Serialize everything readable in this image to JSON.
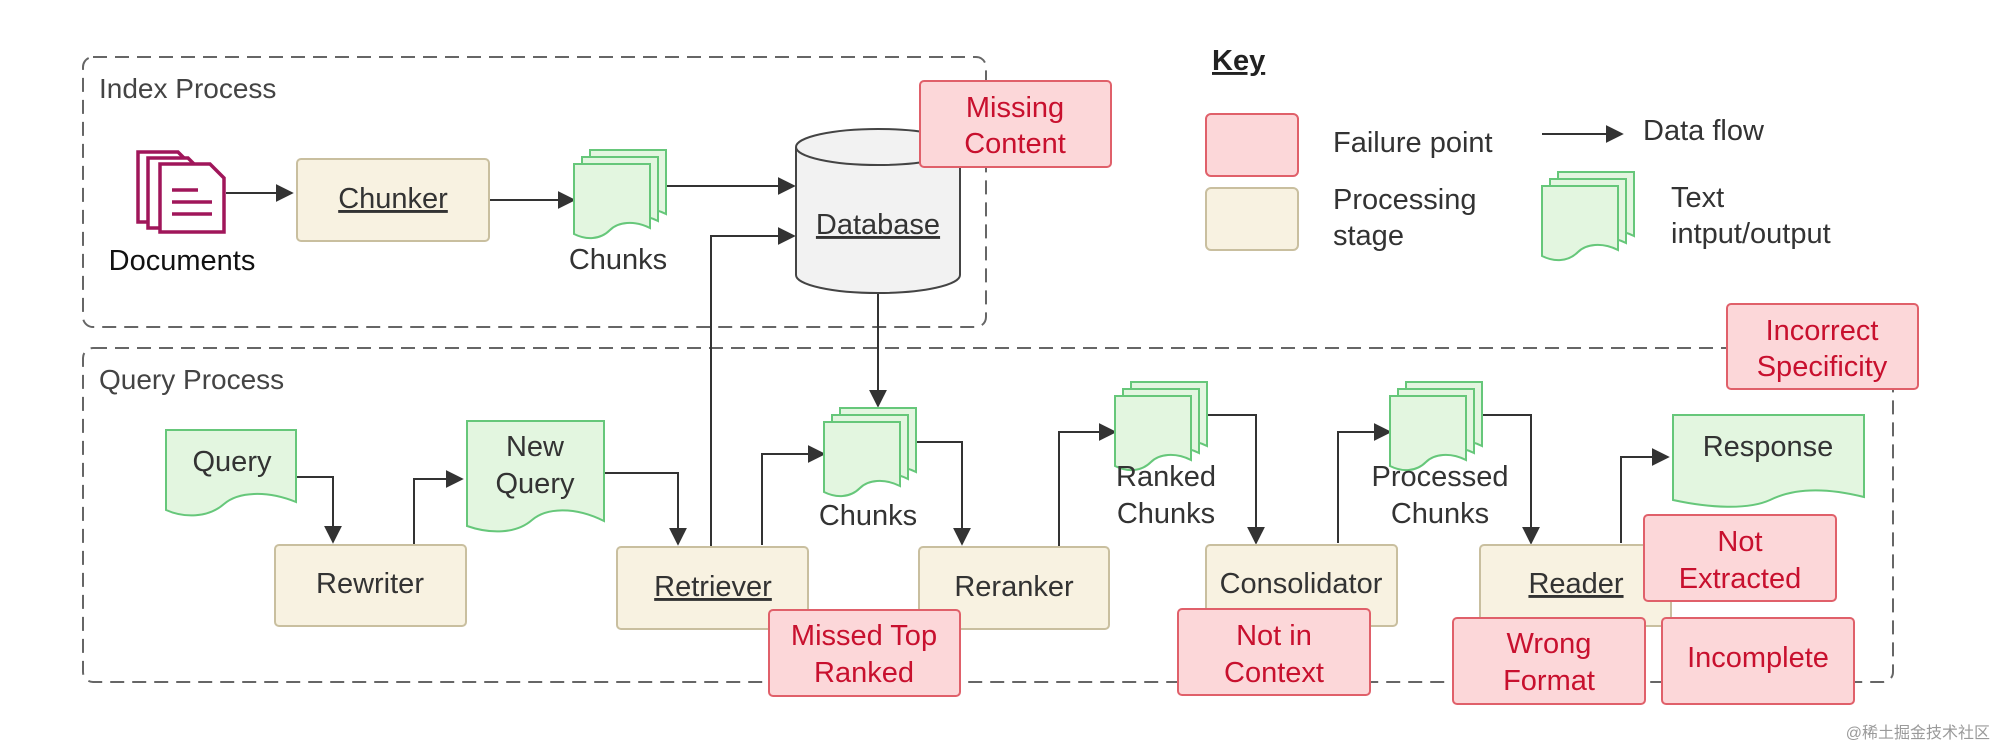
{
  "index_process": {
    "title": "Index Process",
    "documents_label": "Documents",
    "chunker_label": "Chunker",
    "chunks_label": "Chunks",
    "database_label": "Database"
  },
  "query_process": {
    "title": "Query Process",
    "query_label": "Query",
    "new_query_line1": "New",
    "new_query_line2": "Query",
    "rewriter_label": "Rewriter",
    "retriever_label": "Retriever",
    "chunks_label": "Chunks",
    "reranker_label": "Reranker",
    "ranked_line1": "Ranked",
    "ranked_line2": "Chunks",
    "consolidator_label": "Consolidator",
    "processed_line1": "Processed",
    "processed_line2": "Chunks",
    "reader_label": "Reader",
    "response_label": "Response"
  },
  "failure_points": {
    "missing_content": [
      "Missing",
      "Content"
    ],
    "missed_top_ranked": [
      "Missed Top",
      "Ranked"
    ],
    "not_in_context": [
      "Not in",
      "Context"
    ],
    "wrong_format": [
      "Wrong",
      "Format"
    ],
    "incomplete": [
      "Incomplete"
    ],
    "not_extracted": [
      "Not",
      "Extracted"
    ],
    "incorrect_specificity": [
      "Incorrect",
      "Specificity"
    ]
  },
  "key": {
    "title": "Key",
    "failure_point": "Failure point",
    "processing_stage_line1": "Processing",
    "processing_stage_line2": "stage",
    "data_flow": "Data flow",
    "text_io_line1": "Text",
    "text_io_line2": "intput/output"
  },
  "watermark": "@稀土掘金技术社区",
  "colors": {
    "failure_fill": "#fcd7d9",
    "failure_stroke": "#e0606a",
    "failure_text": "#c8102e",
    "stage_fill": "#f8f2e1",
    "stage_stroke": "#c9bf9f",
    "text_fill": "#e3f6e0",
    "text_stroke": "#66c77a",
    "document_icon": "#a0165a",
    "dashed_border": "#666666",
    "arrow": "#333333"
  }
}
